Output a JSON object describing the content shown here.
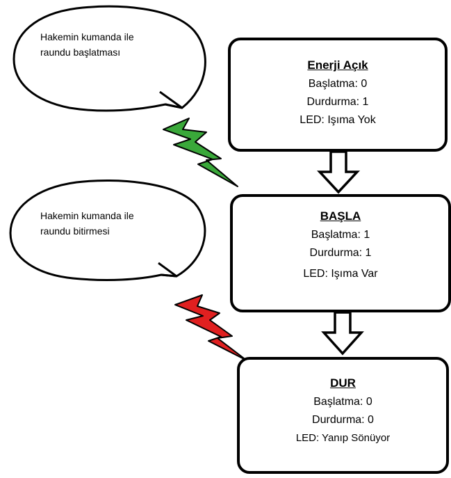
{
  "bubbles": [
    {
      "line1": "Hakemin kumanda ile",
      "line2": "raundu başlatması",
      "bolt_color": "#3aa83a"
    },
    {
      "line1": "Hakemin kumanda ile",
      "line2": "raundu bitirmesi",
      "bolt_color": "#e02020"
    }
  ],
  "states": [
    {
      "title": "Enerji Açık",
      "start": "Başlatma: 0",
      "stop": "Durdurma: 1",
      "led": "LED: Işıma Yok"
    },
    {
      "title": "BAŞLA",
      "start": "Başlatma: 1",
      "stop": "Durdurma: 1",
      "led": "LED: Işıma Var"
    },
    {
      "title": "DUR",
      "start": "Başlatma: 0",
      "stop": "Durdurma: 0",
      "led": "LED: Yanıp Sönüyor"
    }
  ]
}
